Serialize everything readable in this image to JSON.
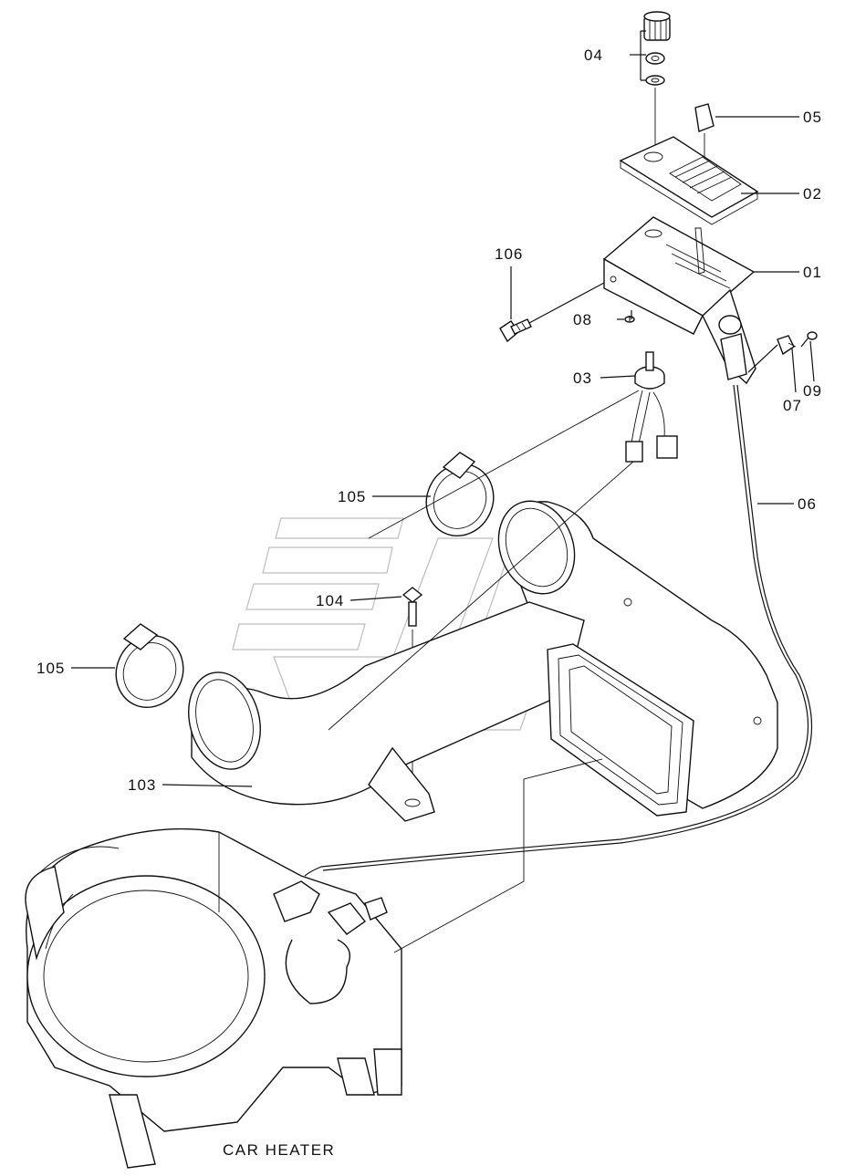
{
  "caption": "CAR HEATER",
  "callouts": [
    {
      "id": "04",
      "label": "04"
    },
    {
      "id": "05",
      "label": "05"
    },
    {
      "id": "02",
      "label": "02"
    },
    {
      "id": "01",
      "label": "01"
    },
    {
      "id": "106",
      "label": "106"
    },
    {
      "id": "08",
      "label": "08"
    },
    {
      "id": "03",
      "label": "03"
    },
    {
      "id": "07",
      "label": "07"
    },
    {
      "id": "09",
      "label": "09"
    },
    {
      "id": "06",
      "label": "06"
    },
    {
      "id": "105a",
      "label": "105"
    },
    {
      "id": "104",
      "label": "104"
    },
    {
      "id": "105b",
      "label": "105"
    },
    {
      "id": "103",
      "label": "103"
    }
  ]
}
